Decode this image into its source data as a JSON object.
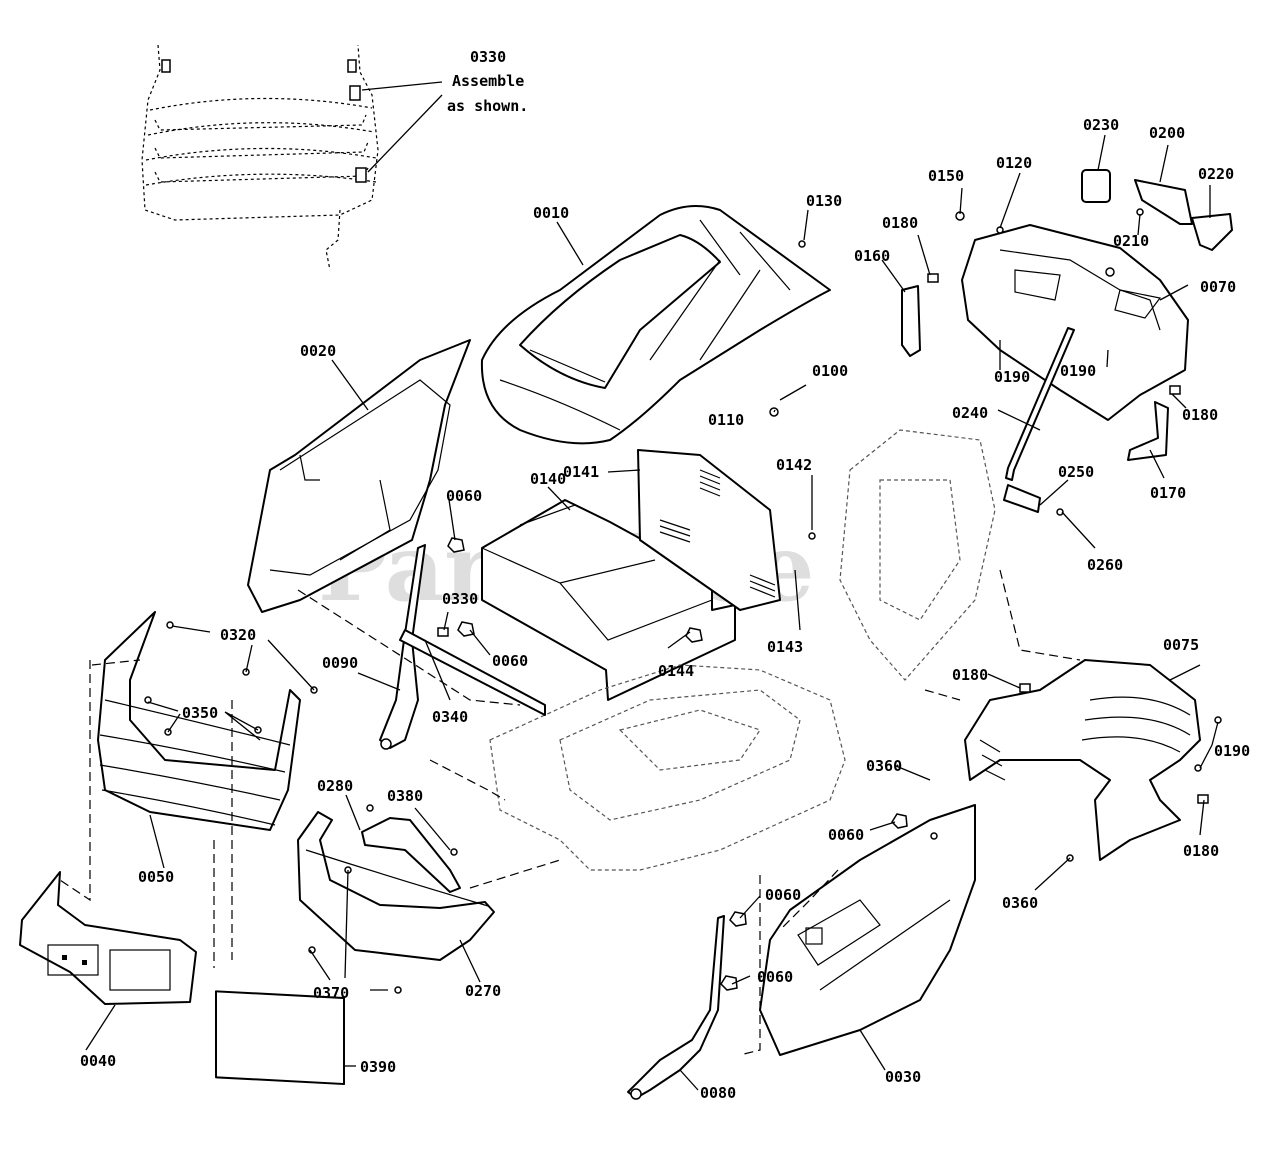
{
  "watermark": "PartsTree",
  "note": {
    "part": "0330",
    "line1": "Assemble",
    "line2": "as shown."
  },
  "labels": [
    "0010",
    "0020",
    "0030",
    "0040",
    "0050",
    "0060",
    "0060",
    "0060",
    "0060",
    "0060",
    "0070",
    "0075",
    "0080",
    "0090",
    "0100",
    "0110",
    "0120",
    "0130",
    "0140",
    "0141",
    "0142",
    "0143",
    "0144",
    "0150",
    "0160",
    "0170",
    "0180",
    "0180",
    "0180",
    "0180",
    "0190",
    "0190",
    "0190",
    "0200",
    "0210",
    "0220",
    "0230",
    "0240",
    "0250",
    "0260",
    "0270",
    "0280",
    "0320",
    "0330",
    "0340",
    "0350",
    "0360",
    "0360",
    "0370",
    "0380",
    "0390"
  ]
}
